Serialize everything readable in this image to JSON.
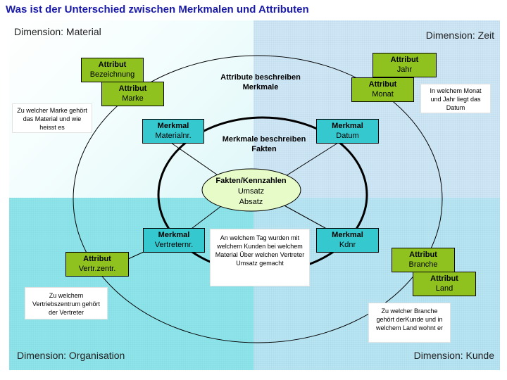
{
  "title": "Was ist der Unterschied zwischen Merkmalen und Attributen",
  "dimensions": {
    "material": "Dimension: Material",
    "zeit": "Dimension: Zeit",
    "organisation": "Dimension: Organisation",
    "kunde": "Dimension: Kunde"
  },
  "center": {
    "heading": "Fakten/Kennzahlen",
    "line1": "Umsatz",
    "line2": "Absatz"
  },
  "labels": {
    "attribute_describe": "Attribute beschreiben Merkmale",
    "merkmale_describe": "Merkmale beschreiben Fakten"
  },
  "merkmale": {
    "heading": "Merkmal",
    "materialnr": "Materialnr.",
    "datum": "Datum",
    "vertreternr": "Vertreternr.",
    "kdnr": "Kdnr"
  },
  "attribute": {
    "heading": "Attribut",
    "bezeichnung": "Bezeichnung",
    "marke": "Marke",
    "jahr": "Jahr",
    "monat": "Monat",
    "vertr_zentr": "Vertr.zentr.",
    "branche": "Branche",
    "land": "Land"
  },
  "notes": {
    "marke": "Zu welcher Marke gehört das Material und wie heisst es",
    "datum": "In welchem Monat und Jahr liegt das Datum",
    "center": "An welchem Tag wurden mit welchem Kunden bei welchem Material Über welchen Vertreter Umsatz gemacht",
    "vertrieb": "Zu welchem Vertriebszentrum gehört der Vertreter",
    "kunde": "Zu welcher Branche gehört derKunde und in welchem Land wohnt er"
  },
  "colors": {
    "attribut": "#8fc21e",
    "merkmal": "#35c9cf",
    "fakten": "#e6fbc8",
    "title": "#1a1aa8"
  }
}
